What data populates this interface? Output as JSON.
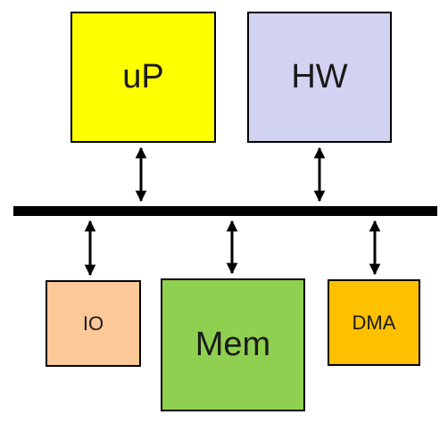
{
  "blocks": {
    "up": {
      "label": "uP",
      "color": "#ffff00"
    },
    "hw": {
      "label": "HW",
      "color": "#d2d2f2"
    },
    "io": {
      "label": "IO",
      "color": "#fcc898"
    },
    "mem": {
      "label": "Mem",
      "color": "#90d050"
    },
    "dma": {
      "label": "DMA",
      "color": "#ffc000"
    }
  },
  "bus": {
    "color": "#000000"
  },
  "connections": [
    {
      "from": "up",
      "to": "bus",
      "type": "bidirectional-arrow"
    },
    {
      "from": "hw",
      "to": "bus",
      "type": "bidirectional-arrow"
    },
    {
      "from": "io",
      "to": "bus",
      "type": "bidirectional-arrow"
    },
    {
      "from": "mem",
      "to": "bus",
      "type": "bidirectional-arrow"
    },
    {
      "from": "dma",
      "to": "bus",
      "type": "bidirectional-arrow"
    }
  ]
}
